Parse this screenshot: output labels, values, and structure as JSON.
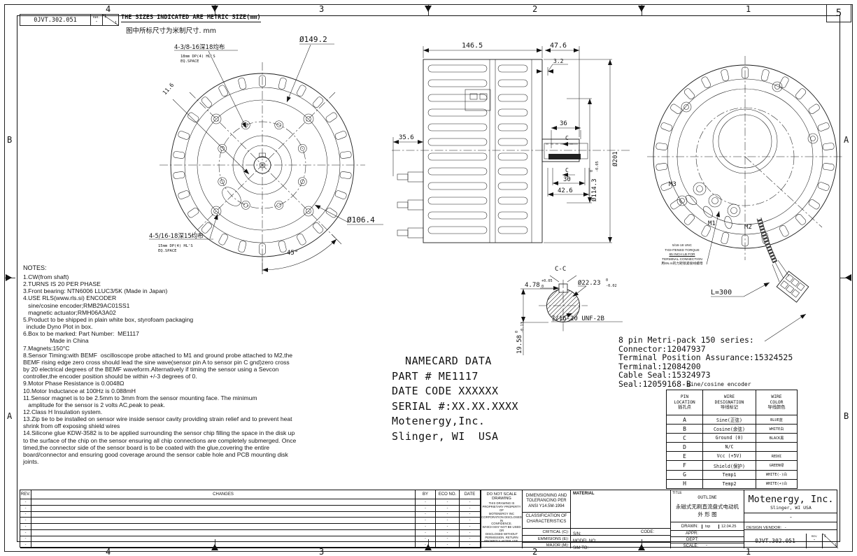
{
  "frame": {
    "top_zones": [
      "4",
      "3",
      "2",
      "1"
    ],
    "bottom_zones": [
      "4",
      "3",
      "2",
      "1"
    ],
    "left_zones": [
      "B",
      "A"
    ],
    "right_zones": [
      "A",
      "B"
    ],
    "corner_sheet": "5"
  },
  "header": {
    "doc_number": "0JVT.302.051",
    "rev_label": "REV.",
    "rev_value": "-",
    "sheet_a": "1",
    "sheet_b": "1",
    "note_en": "THE SIZES INDICATED ARE METRIC SIZE(mm)",
    "note_cn": "图中所标尺寸为米制尺寸. mm"
  },
  "front_view": {
    "callout_top_line1": "4-3/8-16深18均布",
    "callout_top_line2": "18mm DP(4) HL'S",
    "callout_top_line3": "EQ.SPACE",
    "dim_outer": "Ø149.2",
    "dim_key": "11.6",
    "callout_bot_line1": "4-5/16-18深15均布",
    "callout_bot_line2": "15mm DP(4) HL'S",
    "callout_bot_line3": "EQ.SPACE",
    "dim_inner": "Ø106.4",
    "dim_angle": "45°"
  },
  "side_view": {
    "dim_length": "146.5",
    "dim_shaft": "47.6",
    "dim_step": "3.2",
    "dim_rear": "35.6",
    "dim_hub_w": "36",
    "dim_hub_inner": "30",
    "dim_hub_total": "42.6",
    "dim_pilot_base": "Ø114.3",
    "dim_pilot_tol_hi": "0",
    "dim_pilot_tol_lo": "-0.05",
    "dim_outer_dia": "Ø201",
    "section_mark": "C"
  },
  "section_cc": {
    "title": "C-C",
    "dim_key_w": "4.78",
    "dim_key_w_hi": "+0.05",
    "dim_key_w_lo": "0",
    "dim_shaft_dia": "Ø22.23",
    "dim_shaft_hi": "0",
    "dim_shaft_lo": "-0.02",
    "thread": "7/16-20 UNF-2B",
    "dim_key_h": "19.58",
    "dim_key_h_hi": "0",
    "dim_key_h_lo": "-0.13"
  },
  "rear_view": {
    "m1": "M1",
    "m2": "M2",
    "m3": "M3",
    "cable_length": "L=300",
    "torque_note": [
      "5/16-18 UNC",
      "TIGHTENED TORQUE",
      "65 INCH LB FOR",
      "TERMINAL CONNECTION",
      "用6N.m的力矩锁紧接线螺母"
    ]
  },
  "notes": {
    "title": "NOTES:",
    "lines": [
      "1.CW(from shaft)",
      "2.TURNS IS 20 PER PHASE",
      "3.Front bearing: NTN6006 LLUC3/5K (Made in Japan)",
      "4.USE RLS(www.rls.si) ENCODER",
      "   sine/cosine encoder;RMB29AC01SS1",
      "   magnetic actuator;RMH06A3A02",
      "5.Product to be shipped in plain white box, styrofoam packaging",
      "  include Dyno Plot in box.",
      "6.Box to be marked: Part Number:  ME1117",
      "                Made in China",
      "",
      "7.Magnets:150°C",
      "8.Sensor Timing:with BEMF  oscilloscope probe attached to M1 and ground probe attached to M2,the",
      "BEMF rising edge zero cross should lead the sine wave(sensor pin A to sensor pin C gnd)zero cross",
      "by 20 electrical degrees of the BEMF waveform.Alternatively if timing the sensor using a Sevcon",
      "controller,the encoder position should be within +/-3 degrees of 0.",
      "9.Motor Phase Resistance is 0.0048Ω",
      "10.Motor Inductance at 100Hz is 0.088mH",
      "11.Sensor magnet is to be 2.5mm to 3mm from the sensor mounting face. The minimum",
      "   amplitude for the sensor is 2 volts AC,peak to peak.",
      "12.Class H Insulation system.",
      "13.Zip tie to be installed on sensor wire inside sensor cavity providing strain relief and to prevent heat",
      "shrink from off exposing shield wires",
      "14.Silicone glue KDW-3582 is to be applied surrounding the sensor chip filling the space in the disk up",
      "to the surface of the chip on the sensor ensuring all chip connections are completely submerged. Once",
      "timed,the connector side of the sensor board is to be coated with the glue,covering the entire",
      "board/connector and ensuring good coverage around the sensor cable hole and PCB mounting disk",
      "joints."
    ]
  },
  "namecard": {
    "lines": [
      "  NAMECARD DATA",
      "PART # ME1117",
      "DATE CODE XXXXXX",
      "SERIAL #:XX.XX.XXXX",
      "Motenergy,Inc.",
      "Slinger, WI  USA"
    ]
  },
  "connector": {
    "lines": [
      "8 pin Metri-pack 150 series:",
      "Connector:12047937",
      "Terminal Position Assurance:15324525",
      "Terminal:12084200",
      "Cable Seal:15324973",
      "Seal:12059168-B"
    ]
  },
  "encoder_table": {
    "title": "sine/cosine encoder",
    "headers": [
      {
        "l1": "PIN",
        "l2": "LOCATION",
        "l3": "插孔点"
      },
      {
        "l1": "WIRE",
        "l2": "DESIGNATION",
        "l3": "导线标记"
      },
      {
        "l1": "WIRE",
        "l2": "COLOR",
        "l3": "导线颜色"
      }
    ],
    "rows": [
      {
        "pin": "A",
        "designation": "Sine(正弦)",
        "color": "BLUE蓝"
      },
      {
        "pin": "B",
        "designation": "Cosine(余弦)",
        "color": "WHITE白"
      },
      {
        "pin": "C",
        "designation": "Ground (0)",
        "color": "BLACK黑"
      },
      {
        "pin": "D",
        "designation": "N/C",
        "color": ""
      },
      {
        "pin": "E",
        "designation": "Vcc (+5V)",
        "color": "RED红"
      },
      {
        "pin": "F",
        "designation": "Shield(保护)",
        "color": "GREEN绿"
      },
      {
        "pin": "G",
        "designation": "Temp1",
        "color": "WHITE(-)白"
      },
      {
        "pin": "H",
        "designation": "Temp2",
        "color": "WHITE(+)白"
      }
    ]
  },
  "title_block": {
    "rev_col": "REV.",
    "changes": "CHANGES",
    "by": "BY",
    "eco": "ECO NO.",
    "date": "DATE",
    "change_rows": [
      {
        "rev": "-",
        "chg": "",
        "by": "-",
        "eco": "-",
        "date": "-"
      },
      {
        "rev": "-",
        "chg": "",
        "by": "-",
        "eco": "-",
        "date": "-"
      },
      {
        "rev": "-",
        "chg": "",
        "by": "-",
        "eco": "-",
        "date": "-"
      },
      {
        "rev": "-",
        "chg": "",
        "by": "-",
        "eco": "-",
        "date": "-"
      },
      {
        "rev": "-",
        "chg": "",
        "by": "-",
        "eco": "-",
        "date": "-"
      },
      {
        "rev": "-",
        "chg": "",
        "by": "-",
        "eco": "-",
        "date": "-"
      },
      {
        "rev": "-",
        "chg": "",
        "by": "-",
        "eco": "-",
        "date": "-"
      },
      {
        "rev": "-",
        "chg": "",
        "by": "-",
        "eco": "-",
        "date": "-"
      }
    ],
    "no_scale_1": "DO NOT SCALE",
    "no_scale_2": "DRAWING",
    "proprietary": [
      "THIS DRAWING IS",
      "PROPRIETARY PROPERTY OF",
      "MOTENERGY INC",
      "CORPORATION DISCLOSED IN",
      "CONFIDENCE.",
      "WHICH MAY NOT BE USED OR",
      "DISCLOSED WITHOUT",
      "PERMISSION. RETURN",
      "PROMPTLY AFTER USE."
    ],
    "dimensioning": [
      "DIMENSIONING AND",
      "TOLERANCING PER",
      "ANSI Y14.5M-1994"
    ],
    "classification": [
      "CLASSIFICATION OF",
      "CHARACTERISTICS"
    ],
    "critical": "CRITICAL (C):",
    "emissions": "EMMISIONS (E):",
    "major": "MAJOR (M):",
    "material": "MATERIAL",
    "sn": "S/N:",
    "code": "CODE:",
    "model": "MODEL NO:",
    "sim": "SIM TO:",
    "title_label": "TITLE",
    "outline": "OUTLINE",
    "cn1": "永磁式无刷直流盘式电动机",
    "cn2": "外 形 图",
    "drawn": "DRAWN:",
    "drawn_by": "txp",
    "drawn_date": "12.04.25",
    "appr": "APPR:",
    "dept": "DEPT:",
    "scale": "SCALE:",
    "scale_value": "-",
    "company": "Motenergy, Inc.",
    "company_loc": "Slinger, WI  USA",
    "company_dash": "-",
    "vendor": "DESIGN VENDOR:",
    "vendor_value": "-",
    "doc_number": "0JVT.302.051",
    "rev_label": "REV.",
    "rev_value": "-",
    "sheet_a": "1",
    "sheet_b": "1"
  }
}
